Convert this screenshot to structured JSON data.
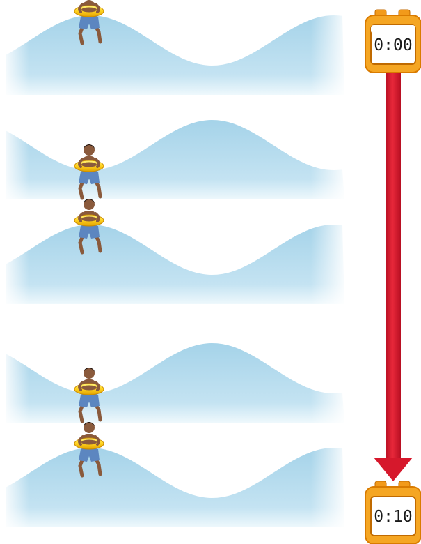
{
  "timer_start": {
    "time": "0:00"
  },
  "timer_end": {
    "time": "0:10"
  },
  "panels": [
    {
      "swimmer_position": "crest"
    },
    {
      "swimmer_position": "trough"
    },
    {
      "swimmer_position": "crest"
    },
    {
      "swimmer_position": "trough"
    },
    {
      "swimmer_position": "crest"
    }
  ],
  "colors": {
    "water": "#a9d6ea",
    "water_light": "#d7eef8",
    "arrow": "#d6182c",
    "timer_body": "#f5a623",
    "timer_frame": "#ef8a12",
    "ring": "#ffd21f"
  },
  "icons": {
    "timer": "stopwatch-icon",
    "swimmer": "swimmer-icon"
  }
}
